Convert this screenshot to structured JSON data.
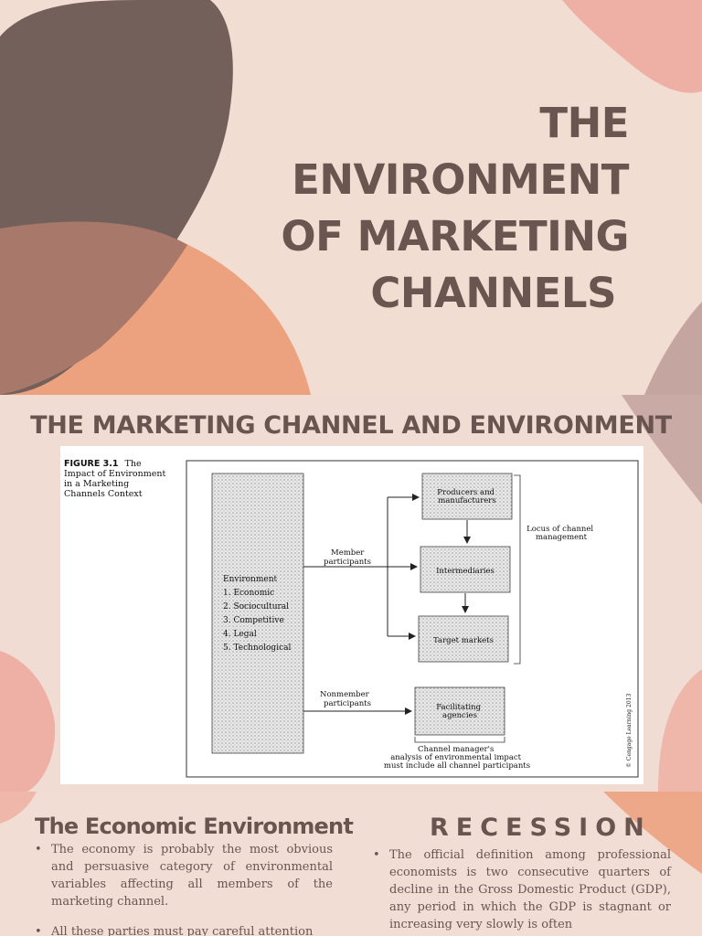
{
  "slide1": {
    "title_lines": [
      "THE",
      "ENVIRONMENT",
      "OF MARKETING",
      "CHANNELS"
    ],
    "colors": {
      "background": "#f2ddd3",
      "brown_blob": "#74605b",
      "peach_blob": "#eda27f",
      "pink_blob": "#eeb0a4",
      "title": "#6b5550"
    }
  },
  "slide2": {
    "title": "THE MARKETING CHANNEL AND ENVIRONMENT",
    "figure": {
      "caption_label": "FIGURE 3.1",
      "caption_lines": [
        "The",
        "Impact of Environment",
        "in a Marketing",
        "Channels Context"
      ],
      "environment_label": "Environment",
      "environment_items": [
        "1. Economic",
        "2. Sociocultural",
        "3. Competitive",
        "4. Legal",
        "5. Technological"
      ],
      "member_label": [
        "Member",
        "participants"
      ],
      "nonmember_label": [
        "Nonmember",
        "participants"
      ],
      "boxes": {
        "producers": [
          "Producers and",
          "manufacturers"
        ],
        "intermediaries": "Intermediaries",
        "target": "Target markets",
        "facilitating": [
          "Facilitating",
          "agencies"
        ]
      },
      "locus_label": [
        "Locus of channel",
        "management"
      ],
      "bottom_note": [
        "Channel manager's",
        "analysis of environmental impact",
        "must include all channel participants"
      ],
      "copyright": "© Cengage Learning 2013"
    }
  },
  "slide3": {
    "left_heading": "The Economic Environment",
    "right_heading": "RECESSION",
    "left_bullets": [
      "The economy is probably the most obvious and persuasive category of environmental variables affecting all members of the marketing channel.",
      "All these parties must pay careful attention"
    ],
    "right_bullets": [
      "The official definition among professional economists is two consecutive quarters of decline in the Gross Domestic Product (GDP), any period in which the GDP is stagnant or increasing very slowly is often"
    ],
    "bullet_symbol": "•"
  }
}
